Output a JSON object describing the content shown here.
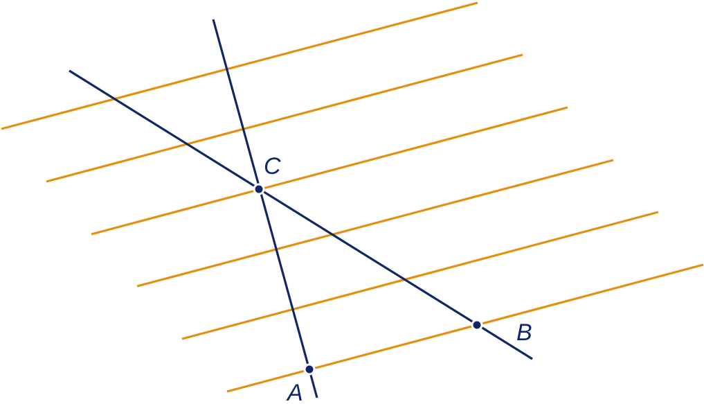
{
  "colors": {
    "parallel_lines": "#E39010",
    "transversals": "#0F2766",
    "background": "#FFFFFF"
  },
  "points": [
    {
      "label": "A"
    },
    {
      "label": "B"
    },
    {
      "label": "C"
    }
  ]
}
